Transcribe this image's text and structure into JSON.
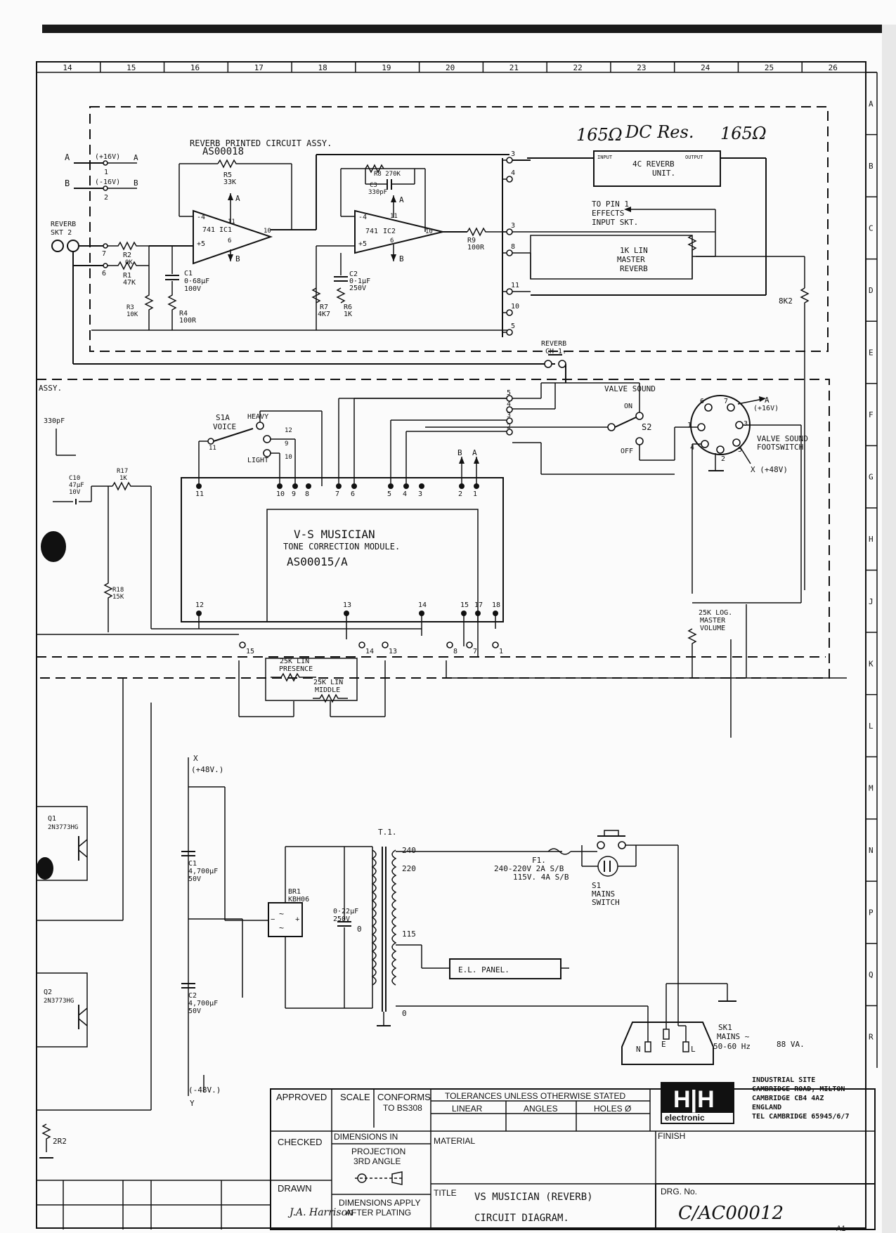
{
  "annotation_handwritten": {
    "left": "165Ω",
    "mid": "DC Res.",
    "right": "165Ω"
  },
  "border": {
    "cols": [
      "14",
      "15",
      "16",
      "17",
      "18",
      "19",
      "20",
      "21",
      "22",
      "23",
      "24",
      "25",
      "26"
    ],
    "rows": [
      "A",
      "B",
      "C",
      "D",
      "E",
      "F",
      "G",
      "H",
      "J",
      "K",
      "L",
      "M",
      "N",
      "P",
      "Q",
      "R"
    ]
  },
  "reverb_pcb": {
    "title": "REVERB PRINTED CIRCUIT ASSY.",
    "code": "AS00018",
    "supply_pos": "(+16V)",
    "supply_neg": "(-16V)",
    "terminal_a": "A",
    "terminal_b": "B",
    "pin1": "1",
    "pin2": "2",
    "pin6": "6",
    "pin7": "7",
    "r5": "R5",
    "r5_val": "33K",
    "r8": "R8 270K",
    "c3": "C3",
    "c3_val": "330pF",
    "ic1_type": "741",
    "ic1": "IC1",
    "ic2_type": "741",
    "ic2": "IC2",
    "op_pin_minus": "-4",
    "op_pin_plus": "+5",
    "op_pin11": "11",
    "op_pin6": "6",
    "op_pin10": "10",
    "r2": "R2",
    "r2_val": "OK",
    "r1": "R1",
    "r1_val": "47K",
    "c1": "C1",
    "c1_val": "0·68µF",
    "c1_volt": "100V",
    "r3": "R3",
    "r3_val": "10K",
    "r4": "R4",
    "r4_val": "100R",
    "c2": "C2",
    "c2_val": "0·1µF",
    "c2_volt": "250V",
    "r7": "R7",
    "r7_val": "4K7",
    "r6": "R6",
    "r6_val": "1K",
    "r9": "R9",
    "r9_val": "100R",
    "conn_pins": [
      "3",
      "4",
      "3",
      "8",
      "11",
      "10",
      "5"
    ],
    "reverb_socket": "REVERB",
    "reverb_socket_sub": "SKT 2"
  },
  "reverb_unit": {
    "label": "4C REVERB",
    "label2": "UNIT.",
    "input": "INPUT",
    "output": "OUTPUT"
  },
  "effects": {
    "line1": "TO PIN 1",
    "line2": "EFFECTS",
    "line3": "INPUT SKT."
  },
  "master_reverb": {
    "line1": "1K LIN",
    "line2": "MASTER",
    "line3": "REVERB"
  },
  "r8k2": "8K2",
  "reverb_ch1": {
    "line1": "REVERB",
    "line2": "CH 1."
  },
  "tone_module": {
    "title": "V-S MUSICIAN",
    "subtitle": "TONE CORRECTION MODULE.",
    "code": "AS00015/A",
    "top_pins": [
      "11",
      "10",
      "9",
      "8",
      "7",
      "6",
      "5",
      "4",
      "3",
      "2",
      "1"
    ],
    "bottom_pins": [
      "12",
      "13",
      "14",
      "15",
      "17",
      "18"
    ],
    "b_label": "B",
    "a_label": "A"
  },
  "switch_s1a": {
    "label": "S1A",
    "voice": "VOICE",
    "heavy": "HEAVY",
    "light": "LIGHT",
    "pins": [
      "12",
      "9",
      "10",
      "11"
    ]
  },
  "valve_sound": {
    "title": "VALVE SOUND",
    "on": "ON",
    "off": "OFF",
    "s2": "S2",
    "footswitch1": "VALVE SOUND",
    "footswitch2": "FOOTSWITCH",
    "din_pins": [
      "6",
      "7",
      "3",
      "1",
      "4",
      "2",
      "5"
    ],
    "plus16": "(+16V)",
    "plus48": "X (+48V)",
    "a": "A"
  },
  "left_part": {
    "assy": "ASSY.",
    "c330": "330pF",
    "c10": "C10",
    "c10_val": "47µF",
    "c10_volt": "10V",
    "r17": "R17",
    "r17_val": "1K",
    "r18": "R18",
    "r18_val": "15K",
    "q1": "Q1",
    "q1_type": "2N3773HG",
    "q2": "Q2",
    "q2_type": "2N3773HG",
    "r2r2": "2R2"
  },
  "pots": {
    "presence": {
      "line1": "25K LIN",
      "line2": "PRESENCE"
    },
    "middle": {
      "line1": "25K LIN",
      "line2": "MIDDLE"
    },
    "master_volume": {
      "line1": "25K LOG.",
      "line2": "MASTER",
      "line3": "VOLUME"
    },
    "row_pins": [
      "15",
      "14",
      "13",
      "8",
      "7",
      "1"
    ]
  },
  "power": {
    "plus48": "(+48V.)",
    "x": "X",
    "minus48": "(-48V.)",
    "y": "Y",
    "c1": "C1",
    "c1_val": "4,700µF",
    "c1_volt": "50V",
    "c2": "C2",
    "c2_val": "4,700µF",
    "c2_volt": "50V",
    "br1": "BR1",
    "br1_type": "KBH06",
    "c022": "0·22µF",
    "c022_volt": "250V",
    "t1": "T.1.",
    "taps": [
      "240",
      "220",
      "115",
      "0",
      "0"
    ],
    "f1": "F1.",
    "f1_line1": "240-220V 2A S/B",
    "f1_line2": "115V. 4A S/B",
    "s1": "S1",
    "s1_line2": "MAINS",
    "s1_line3": "SWITCH",
    "el_panel": "E.L. PANEL.",
    "sk1": "SK1",
    "sk1_line2": "MAINS ~",
    "sk1_line3": "50-60 Hz",
    "sk1_va": "88 VA.",
    "n": "N",
    "e": "E",
    "l": "L"
  },
  "title_block": {
    "approved": "APPROVED",
    "scale": "SCALE",
    "conforms1": "CONFORMS",
    "conforms2": "TO BS308",
    "tolerances": "TOLERANCES UNLESS OTHERWISE STATED",
    "linear": "LINEAR",
    "angles": "ANGLES",
    "holes": "HOLES Ø",
    "checked": "CHECKED",
    "dimensions_in": "DIMENSIONS IN",
    "projection1": "PROJECTION",
    "projection2": "3RD ANGLE",
    "material": "MATERIAL",
    "finish": "FINISH",
    "drawn": "DRAWN",
    "dim_apply1": "DIMENSIONS APPLY",
    "dim_apply2": "AFTER PLATING",
    "title_label": "TITLE",
    "title1": "VS MUSICIAN (REVERB)",
    "title2": "CIRCUIT DIAGRAM.",
    "drg_label": "DRG. No.",
    "drg_no": "C/AC00012",
    "sheet": "A1",
    "logo_top": "H|H",
    "logo_sub": "electronic",
    "addr1": "INDUSTRIAL SITE",
    "addr2": "CAMBRIDGE ROAD, MILTON",
    "addr3": "CAMBRIDGE CB4 4AZ",
    "addr4": "ENGLAND",
    "addr5": "TEL CAMBRIDGE 65945/6/7"
  }
}
